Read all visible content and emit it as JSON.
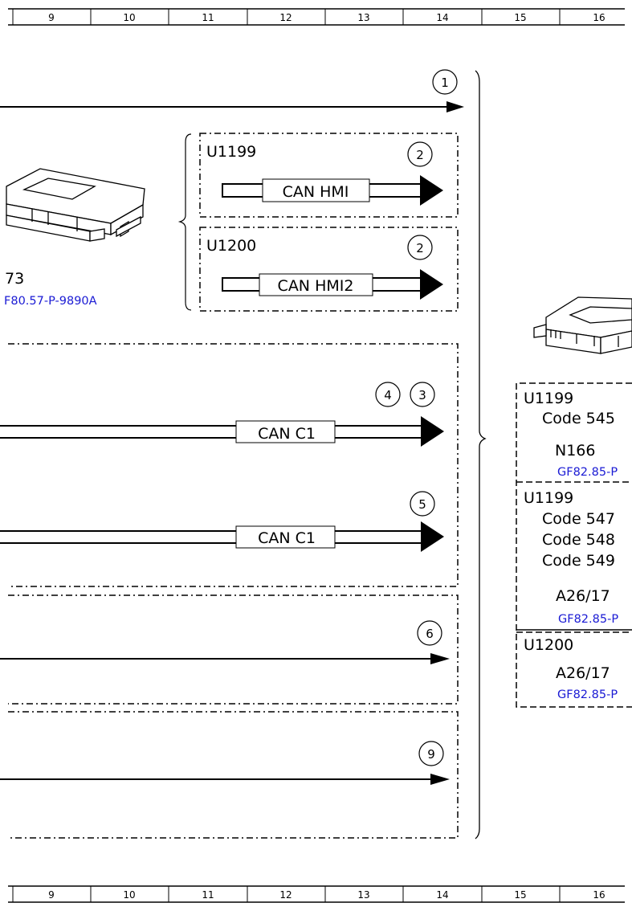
{
  "ruler_columns": [
    "9",
    "10",
    "11",
    "12",
    "13",
    "14",
    "15",
    "16"
  ],
  "top_line": {
    "callout": "1"
  },
  "left_module": {
    "id": "73",
    "ref": "F80.57-P-9890A"
  },
  "group_hmi": {
    "box1": {
      "fault": "U1199",
      "callout": "2",
      "bus": "CAN HMI"
    },
    "box2": {
      "fault": "U1200",
      "callout": "2",
      "bus": "CAN HMI2"
    }
  },
  "group_c1": {
    "line1": {
      "callouts": [
        "4",
        "3"
      ],
      "bus": "CAN C1"
    },
    "line2": {
      "callout": "5",
      "bus": "CAN C1"
    }
  },
  "line6": {
    "callout": "6"
  },
  "line9": {
    "callout": "9"
  },
  "right_panel": {
    "box1": {
      "fault": "U1199",
      "codes": [
        "Code 545"
      ],
      "component": "N166",
      "ref": "GF82.85-P"
    },
    "box2": {
      "fault": "U1199",
      "codes": [
        "Code 547",
        "Code 548",
        "Code 549"
      ],
      "component": "A26/17",
      "ref": "GF82.85-P"
    },
    "box3": {
      "fault": "U1200",
      "component": "A26/17",
      "ref": "GF82.85-P"
    }
  }
}
